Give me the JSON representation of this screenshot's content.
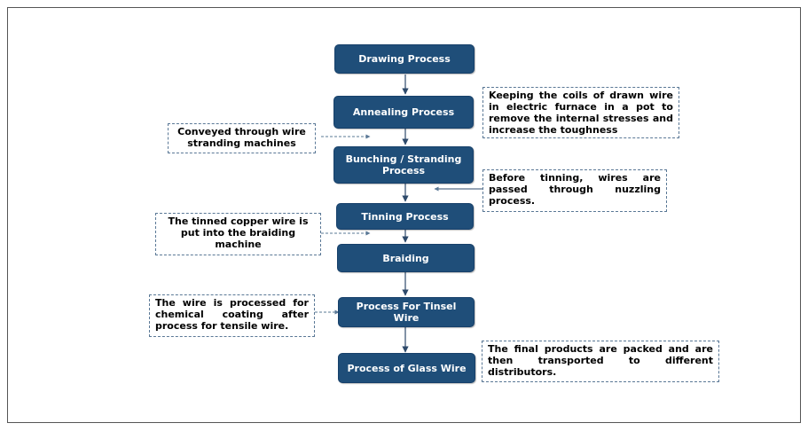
{
  "steps": [
    {
      "id": "drawing",
      "label": "Drawing Process"
    },
    {
      "id": "annealing",
      "label": "Annealing Process"
    },
    {
      "id": "bunching",
      "label": "Bunching / Stranding Process"
    },
    {
      "id": "tinning",
      "label": "Tinning Process"
    },
    {
      "id": "braiding",
      "label": "Braiding"
    },
    {
      "id": "tinsel",
      "label": "Process For Tinsel Wire"
    },
    {
      "id": "glass",
      "label": "Process of Glass Wire"
    }
  ],
  "notes": [
    {
      "id": "annealing-note",
      "text": "Keeping the coils of drawn wire in electric furnace in a pot to remove the internal stresses and increase the toughness"
    },
    {
      "id": "stranding-note",
      "text": "Conveyed through wire stranding machines"
    },
    {
      "id": "tinning-note",
      "text": "Before tinning, wires are passed through nuzzling process."
    },
    {
      "id": "braiding-note",
      "text": "The tinned copper wire is put into the braiding machine"
    },
    {
      "id": "tinsel-note",
      "text": "The wire is processed for chemical coating after process for tensile wire."
    },
    {
      "id": "glass-note",
      "text": "The final products are packed and are then transported to different distributors."
    }
  ],
  "colors": {
    "box": "#1f4e79",
    "arrow": "#2e4a6b",
    "dashed": "#5a7896"
  }
}
